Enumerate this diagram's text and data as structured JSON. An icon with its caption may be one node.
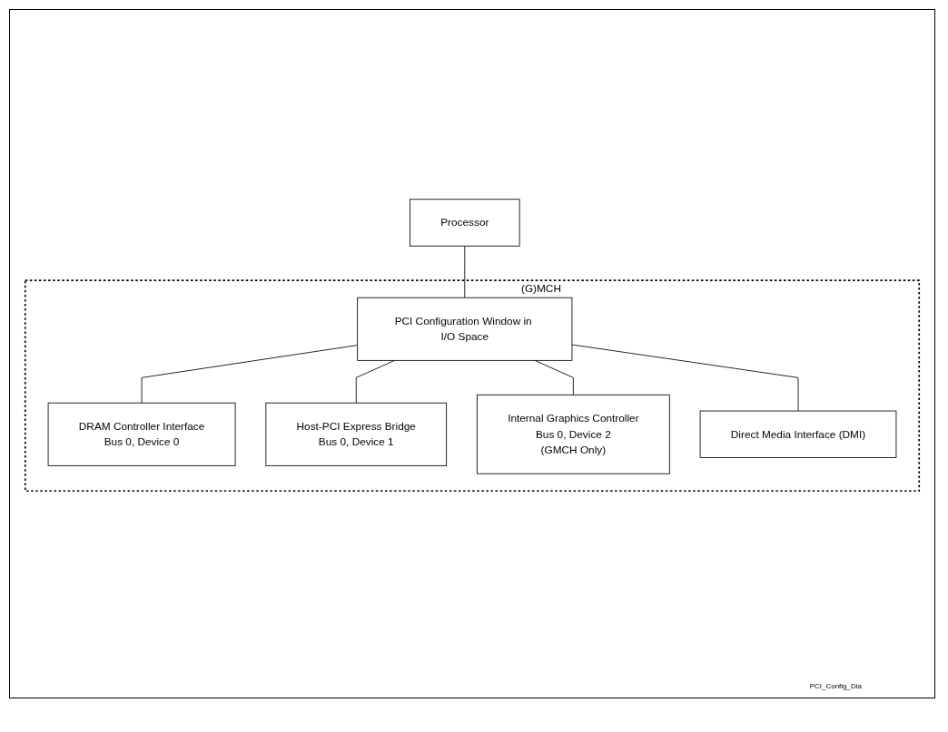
{
  "diagram": {
    "nodes": [
      {
        "text": [
          "Processor"
        ]
      },
      {
        "text": [
          "(G)MCH"
        ]
      },
      {
        "text": [
          "PCI Configuration Window in I/O Space"
        ],
        "in": 1
      },
      {
        "text": [
          "DRAM Controller Interface",
          "Bus 0, Device 0"
        ],
        "in": 1
      },
      {
        "text": [
          "Host-PCI Express Bridge",
          "Bus 0, Device 1"
        ],
        "in": 1
      },
      {
        "text": [
          "Internal Graphics Controller",
          "Bus 0, Device 2",
          "(GMCH Only)"
        ],
        "in": 1
      },
      {
        "text": [
          "Direct Media Interface (DMI)"
        ],
        "in": 1
      }
    ],
    "edges": [
      {
        "from": 0,
        "to": 2,
        "arrow": "none"
      },
      {
        "from": 2,
        "to": 3,
        "arrow": "none"
      },
      {
        "from": 2,
        "to": 4,
        "arrow": "none"
      },
      {
        "from": 2,
        "to": 5,
        "arrow": "none"
      },
      {
        "from": 2,
        "to": 6,
        "arrow": "none"
      }
    ],
    "labels": [
      "PCI_Config_Dia"
    ]
  }
}
